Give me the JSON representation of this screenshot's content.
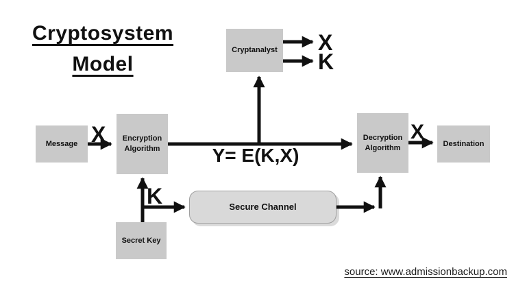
{
  "title": {
    "line1": "Cryptosystem",
    "line2": "Model"
  },
  "nodes": {
    "message": {
      "label": "Message"
    },
    "encryption_algorithm": {
      "label": "Encryption Algorithm"
    },
    "cryptanalyst": {
      "label": "Cryptanalyst"
    },
    "decryption_algorithm": {
      "label": "Decryption Algorithm"
    },
    "destination": {
      "label": "Destination"
    },
    "secret_key": {
      "label": "Secret Key"
    },
    "secure_channel": {
      "label": "Secure Channel"
    }
  },
  "annotations": {
    "plaintext_in": "X",
    "equation": "Y= E(K,X)",
    "cryptanalyst_recovered_plaintext": "X",
    "cryptanalyst_recovered_key": "K",
    "secret_key_k": "K",
    "plaintext_out": "X"
  },
  "footer": {
    "source": "source: www.admissionbackup.com"
  },
  "colors": {
    "box-fill": "#c9c9c9",
    "channel-fill": "#d9d9d9",
    "channel-border": "#9e9e9e",
    "ink": "#111111",
    "background": "#ffffff"
  }
}
